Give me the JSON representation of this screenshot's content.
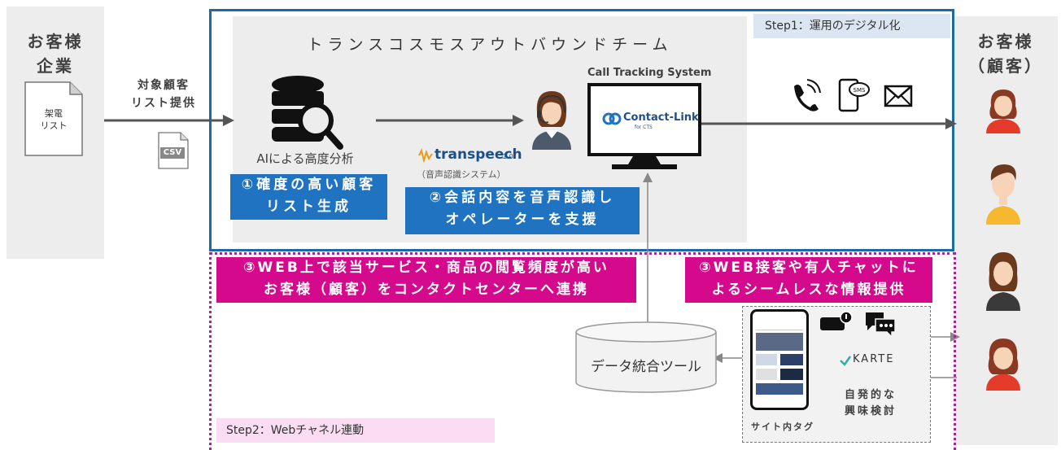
{
  "left_column": {
    "title_line1": "お客様",
    "title_line2": "企業",
    "doc_label_line1": "架電",
    "doc_label_line2": "リスト"
  },
  "right_column": {
    "title_line1": "お客様",
    "title_line2": "（顧客）"
  },
  "arrow_label": {
    "line1": "対象顧客",
    "line2": "リスト提供"
  },
  "csv_label": "CSV",
  "step1": {
    "label": "Step1：運用のデジタル化",
    "team_title": "トランスコスモスアウトバウンドチーム"
  },
  "ai": {
    "label": "AIによる高度分析"
  },
  "transpeech": {
    "logo": "transpeech",
    "version": "2.0",
    "sub": "（音声認識システム）"
  },
  "call_tracking": {
    "label": "Call Tracking System",
    "logo": "Contact-Link",
    "logo_sub": "for CTS"
  },
  "box1": {
    "line1": "①確度の高い顧客",
    "line2": "リスト生成"
  },
  "box2": {
    "line1": "②会話内容を音声認識し",
    "line2": "オペレーターを支援"
  },
  "box3a": {
    "line1": "③WEB上で該当サービス・商品の閲覧頻度が高い",
    "line2": "お客様（顧客）をコンタクトセンターへ連携"
  },
  "box3b": {
    "line1": "③WEB接客や有人チャットに",
    "line2": "よるシームレスな情報提供"
  },
  "db_label": "データ統合ツール",
  "karte": "KARTE",
  "interest": {
    "line1": "自発的な",
    "line2": "興味検討"
  },
  "site_tag": "サイト内タグ",
  "step2": {
    "label": "Step2：Webチャネル連動"
  },
  "colors": {
    "blue": "#1f73c1",
    "magenta": "#d5098b",
    "frame": "#1a6aa8",
    "gray_bg": "#ededed"
  }
}
